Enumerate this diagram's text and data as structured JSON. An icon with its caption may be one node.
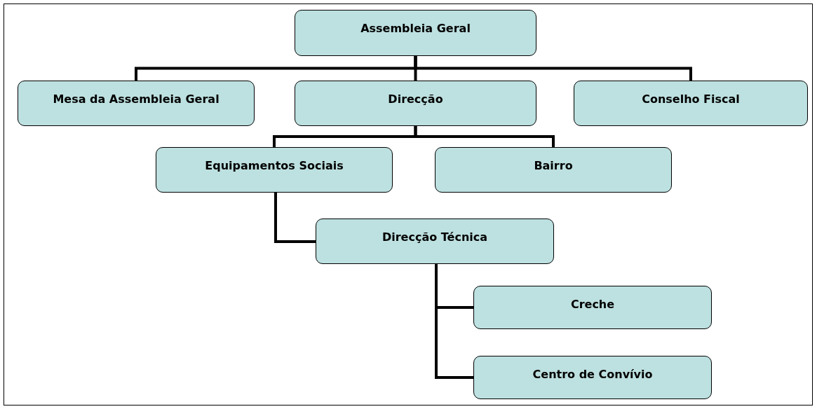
{
  "diagram": {
    "nodes": [
      {
        "text": [
          "Assembleia Geral"
        ]
      },
      {
        "text": [
          "Mesa da Assembleia Geral"
        ]
      },
      {
        "text": [
          "Direcção"
        ]
      },
      {
        "text": [
          "Conselho Fiscal"
        ]
      },
      {
        "text": [
          "Equipamentos Sociais"
        ]
      },
      {
        "text": [
          "Bairro"
        ]
      },
      {
        "text": [
          "Direcção Técnica"
        ]
      },
      {
        "text": [
          "Creche"
        ]
      },
      {
        "text": [
          "Centro de Convívio"
        ]
      }
    ],
    "edges": [
      {
        "from": 0,
        "to": 1,
        "arrow": "none"
      },
      {
        "from": 0,
        "to": 2,
        "arrow": "none"
      },
      {
        "from": 0,
        "to": 3,
        "arrow": "none"
      },
      {
        "from": 2,
        "to": 4,
        "arrow": "none"
      },
      {
        "from": 2,
        "to": 5,
        "arrow": "none"
      },
      {
        "from": 4,
        "to": 6,
        "arrow": "none"
      },
      {
        "from": 6,
        "to": 7,
        "arrow": "none"
      },
      {
        "from": 6,
        "to": 8,
        "arrow": "none"
      }
    ]
  }
}
